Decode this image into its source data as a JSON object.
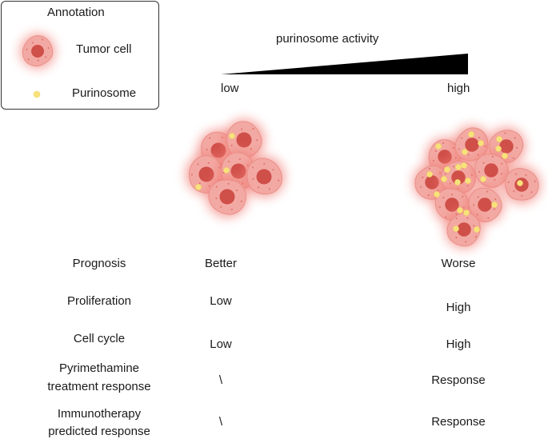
{
  "legend": {
    "title": "Annotation",
    "tumor_cell_label": "Tumor cell",
    "purinosome_label": "Purinosome"
  },
  "activity": {
    "title": "purinosome activity",
    "low_label": "low",
    "high_label": "high"
  },
  "rows": [
    {
      "label": "Prognosis",
      "low": "Better",
      "high": "Worse"
    },
    {
      "label": "Proliferation",
      "low": "Low",
      "high": "High"
    },
    {
      "label": "Cell cycle",
      "low": "Low",
      "high": "High"
    },
    {
      "label_lines": [
        "Pyrimethamine",
        "treatment response"
      ],
      "low": "\\",
      "high": "Response"
    },
    {
      "label_lines": [
        "Immunotherapy",
        "predicted response"
      ],
      "low": "\\",
      "high": "Response"
    }
  ],
  "colors": {
    "cell_fill": "#f3a9a3",
    "cell_outline": "#e98f89",
    "cell_glow": "#f17e76",
    "nucleus": "#cf4f49",
    "purinosome": "#f7e27c",
    "wedge": "#000000"
  }
}
